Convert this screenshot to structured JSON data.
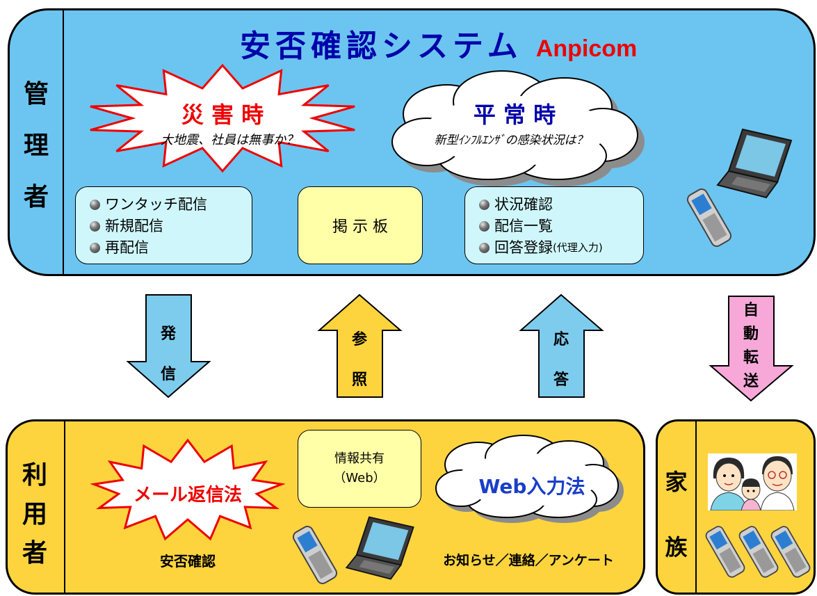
{
  "title": {
    "text": "安否確認システム",
    "brand_prefix": "Anpi",
    "brand_suffix": "com"
  },
  "admin": {
    "label": [
      "管",
      "理",
      "者"
    ],
    "disaster": {
      "heading": "災 害 時",
      "subtitle": "大地震、社員は無事か？"
    },
    "normal": {
      "heading": "平 常 時",
      "subtitle": "新型ｲﾝﾌﾙｴﾝｻﾞの感染状況は？"
    },
    "send_box": [
      "ワンタッチ配信",
      "新規配信",
      "再配信"
    ],
    "board": "掲 示 板",
    "status_box": [
      "状況確認",
      "配信一覧",
      "回答登録"
    ],
    "status_box_suffix": "(代理入力)"
  },
  "arrows": {
    "send": [
      "発",
      "信"
    ],
    "refer": [
      "参",
      "照"
    ],
    "respond": [
      "応",
      "答"
    ],
    "forward": [
      "自",
      "動",
      "転",
      "送"
    ]
  },
  "user": {
    "label": [
      "利",
      "用",
      "者"
    ],
    "mail_method": "メール返信法",
    "safety_check": "安否確認",
    "info_share": "情報共有",
    "info_share_sub": "（Web）",
    "web_method": "Web入力法",
    "notice": "お知らせ／連絡／アンケート"
  },
  "family": {
    "label": [
      "家",
      "族"
    ]
  },
  "colors": {
    "admin_bg": "#6CC5F0",
    "user_bg": "#FDD43E",
    "box_admin": "#CFF7FB",
    "box_board": "#FFFFA8",
    "arrow_blue": "#7DCCEE",
    "arrow_yellow": "#FDD43E",
    "arrow_pink": "#F7A8D8",
    "title_blue": "#0000AA",
    "red": "#EE0000"
  }
}
